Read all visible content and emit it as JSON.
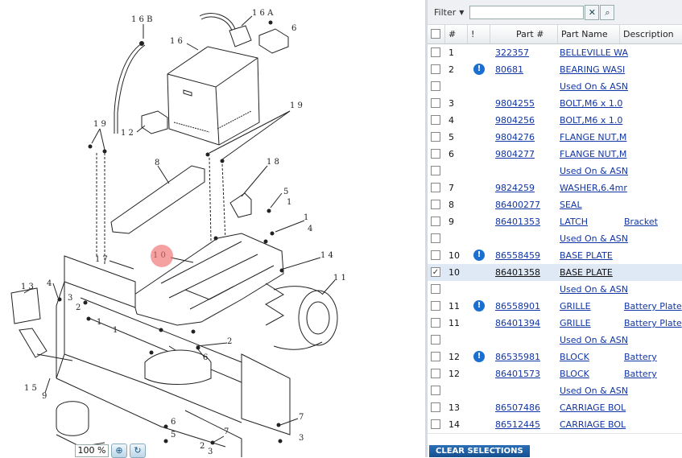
{
  "diagram": {
    "callouts": [
      "1 6 B",
      "1 6 A",
      "6",
      "1 6",
      "1 2",
      "1 9",
      "1 9",
      "8",
      "1 8",
      "5",
      "1",
      "1",
      "4",
      "1 0",
      "1 7",
      "1 4",
      "1 1",
      "1 3",
      "4",
      "3",
      "2",
      "1",
      "1",
      "6",
      "2",
      "1 5",
      "9",
      "7",
      "3",
      "7",
      "2",
      "6",
      "5",
      "3"
    ],
    "zoom_label": "100 %",
    "zoom_in_icon": "zoom-in-icon",
    "refresh_icon": "refresh-icon"
  },
  "filter": {
    "label": "Filter",
    "value": "",
    "placeholder": "",
    "clear_icon": "clear-x-icon",
    "search_icon": "search-icon"
  },
  "table": {
    "columns": [
      "#",
      "!",
      "Part #",
      "Part Name",
      "Description"
    ],
    "rows": [
      {
        "num": "1",
        "info": false,
        "part": "322357",
        "name": "BELLEVILLE WA",
        "desc": "",
        "checked": false
      },
      {
        "num": "2",
        "info": true,
        "part": "80681",
        "name": "BEARING WASI",
        "desc": "",
        "checked": false
      },
      {
        "num": "",
        "info": false,
        "part": "",
        "name": "Used On & ASN",
        "desc": "",
        "checked": false
      },
      {
        "num": "3",
        "info": false,
        "part": "9804255",
        "name": "BOLT,M6 x 1.0",
        "desc": "",
        "checked": false
      },
      {
        "num": "4",
        "info": false,
        "part": "9804256",
        "name": "BOLT,M6 x 1.0",
        "desc": "",
        "checked": false
      },
      {
        "num": "5",
        "info": false,
        "part": "9804276",
        "name": "FLANGE NUT,M",
        "desc": "",
        "checked": false
      },
      {
        "num": "6",
        "info": false,
        "part": "9804277",
        "name": "FLANGE NUT,M",
        "desc": "",
        "checked": false
      },
      {
        "num": "",
        "info": false,
        "part": "",
        "name": "Used On & ASN",
        "desc": "",
        "checked": false
      },
      {
        "num": "7",
        "info": false,
        "part": "9824259",
        "name": "WASHER,6.4mr",
        "desc": "",
        "checked": false
      },
      {
        "num": "8",
        "info": false,
        "part": "86400277",
        "name": "SEAL",
        "desc": "",
        "checked": false
      },
      {
        "num": "9",
        "info": false,
        "part": "86401353",
        "name": "LATCH",
        "desc": "Bracket",
        "checked": false
      },
      {
        "num": "",
        "info": false,
        "part": "",
        "name": "Used On & ASN",
        "desc": "",
        "checked": false
      },
      {
        "num": "10",
        "info": true,
        "part": "86558459",
        "name": "BASE PLATE",
        "desc": "",
        "checked": false
      },
      {
        "num": "10",
        "info": false,
        "part": "86401358",
        "name": "BASE PLATE",
        "desc": "",
        "checked": true
      },
      {
        "num": "",
        "info": false,
        "part": "",
        "name": "Used On & ASN",
        "desc": "",
        "checked": false
      },
      {
        "num": "11",
        "info": true,
        "part": "86558901",
        "name": "GRILLE",
        "desc": "Battery Plate",
        "checked": false
      },
      {
        "num": "11",
        "info": false,
        "part": "86401394",
        "name": "GRILLE",
        "desc": "Battery Plate",
        "checked": false
      },
      {
        "num": "",
        "info": false,
        "part": "",
        "name": "Used On & ASN",
        "desc": "",
        "checked": false
      },
      {
        "num": "12",
        "info": true,
        "part": "86535981",
        "name": "BLOCK",
        "desc": "Battery",
        "checked": false
      },
      {
        "num": "12",
        "info": false,
        "part": "86401573",
        "name": "BLOCK",
        "desc": "Battery",
        "checked": false
      },
      {
        "num": "",
        "info": false,
        "part": "",
        "name": "Used On & ASN",
        "desc": "",
        "checked": false
      },
      {
        "num": "13",
        "info": false,
        "part": "86507486",
        "name": "CARRIAGE BOL",
        "desc": "",
        "checked": false
      },
      {
        "num": "14",
        "info": false,
        "part": "86512445",
        "name": "CARRIAGE BOL",
        "desc": "",
        "checked": false
      }
    ]
  },
  "clear_selections_label": "CLEAR SELECTIONS",
  "colors": {
    "link": "#1236a5",
    "info_badge": "#1a6fd0",
    "selected_row": "#dfe9f5",
    "hotspot": "#f06e6e",
    "clear_button": "#1d5fa4"
  }
}
